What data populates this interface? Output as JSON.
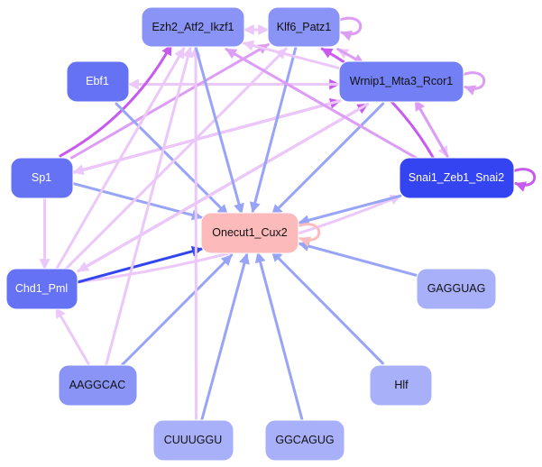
{
  "title": "Regulatory network",
  "colors": {
    "edge_strong_purple": "#c85af0",
    "edge_mid_purple": "#dd9cf5",
    "edge_light_purple": "#ecc8fa",
    "edge_blue": "#98a4f8",
    "edge_dark_blue": "#3345ee",
    "edge_pink": "#fcbcbc"
  },
  "nodes": [
    {
      "id": "ezh2",
      "label": "Ezh2_Atf2_Ikzf1",
      "fill": "#8a93f6",
      "text_color": "#111111"
    },
    {
      "id": "klf6",
      "label": "Klf6_Patz1",
      "fill": "#8a93f6",
      "text_color": "#111111"
    },
    {
      "id": "ebf1",
      "label": "Ebf1",
      "fill": "#6672f4",
      "text_color": "#ffffff"
    },
    {
      "id": "wrnip1",
      "label": "Wrnip1_Mta3_Rcor1",
      "fill": "#7380f5",
      "text_color": "#111111"
    },
    {
      "id": "sp1",
      "label": "Sp1",
      "fill": "#6672f4",
      "text_color": "#ffffff"
    },
    {
      "id": "snai1",
      "label": "Snai1_Zeb1_Snai2",
      "fill": "#3344f0",
      "text_color": "#ffffff"
    },
    {
      "id": "onecut1",
      "label": "Onecut1_Cux2",
      "fill": "#fdbaba",
      "text_color": "#111111"
    },
    {
      "id": "chd1",
      "label": "Chd1_Pml",
      "fill": "#6672f4",
      "text_color": "#ffffff"
    },
    {
      "id": "gagguag",
      "label": "GAGGUAG",
      "fill": "#a8b0fa",
      "text_color": "#111111"
    },
    {
      "id": "aaggcac",
      "label": "AAGGCAC",
      "fill": "#8a93f6",
      "text_color": "#111111"
    },
    {
      "id": "hlf",
      "label": "Hlf",
      "fill": "#a8b0fa",
      "text_color": "#111111"
    },
    {
      "id": "cuuuggu",
      "label": "CUUUGGU",
      "fill": "#a8b0fa",
      "text_color": "#111111"
    },
    {
      "id": "ggcagug",
      "label": "GGCAGUG",
      "fill": "#a8b0fa",
      "text_color": "#111111"
    }
  ],
  "edges": [
    {
      "from": "ebf1",
      "to": "wrnip1",
      "color": "strong",
      "weight": 3
    },
    {
      "from": "wrnip1",
      "to": "ebf1",
      "color": "light",
      "weight": 3
    },
    {
      "from": "sp1",
      "to": "ezh2",
      "color": "strong",
      "weight": 3,
      "curve": true
    },
    {
      "from": "sp1",
      "to": "wrnip1",
      "color": "strong",
      "weight": 3
    },
    {
      "from": "wrnip1",
      "to": "sp1",
      "color": "light",
      "weight": 3
    },
    {
      "from": "sp1",
      "to": "klf6",
      "color": "mid",
      "weight": 3
    },
    {
      "from": "sp1",
      "to": "onecut1",
      "color": "blue",
      "weight": 3
    },
    {
      "from": "sp1",
      "to": "chd1",
      "color": "light",
      "weight": 3
    },
    {
      "from": "ebf1",
      "to": "onecut1",
      "color": "blue",
      "weight": 3
    },
    {
      "from": "chd1",
      "to": "ezh2",
      "color": "light",
      "weight": 3
    },
    {
      "from": "chd1",
      "to": "klf6",
      "color": "light",
      "weight": 3
    },
    {
      "from": "chd1",
      "to": "wrnip1",
      "color": "strong",
      "weight": 3
    },
    {
      "from": "wrnip1",
      "to": "chd1",
      "color": "light",
      "weight": 3
    },
    {
      "from": "chd1",
      "to": "snai1",
      "color": "light",
      "weight": 3,
      "curve": true
    },
    {
      "from": "chd1",
      "to": "onecut1",
      "color": "darkblue",
      "weight": 3
    },
    {
      "from": "aaggcac",
      "to": "chd1",
      "color": "light",
      "weight": 3
    },
    {
      "from": "aaggcac",
      "to": "ezh2",
      "color": "light",
      "weight": 3
    },
    {
      "from": "aaggcac",
      "to": "onecut1",
      "color": "blue",
      "weight": 3
    },
    {
      "from": "cuuuggu",
      "to": "ezh2",
      "color": "light",
      "weight": 3
    },
    {
      "from": "cuuuggu",
      "to": "onecut1",
      "color": "blue",
      "weight": 3
    },
    {
      "from": "ggcagug",
      "to": "onecut1",
      "color": "blue",
      "weight": 3
    },
    {
      "from": "hlf",
      "to": "onecut1",
      "color": "blue",
      "weight": 3
    },
    {
      "from": "gagguag",
      "to": "onecut1",
      "color": "blue",
      "weight": 3
    },
    {
      "from": "snai1",
      "to": "onecut1",
      "color": "blue",
      "weight": 3
    },
    {
      "from": "ezh2",
      "to": "onecut1",
      "color": "blue",
      "weight": 3
    },
    {
      "from": "klf6",
      "to": "onecut1",
      "color": "blue",
      "weight": 3
    },
    {
      "from": "wrnip1",
      "to": "onecut1",
      "color": "blue",
      "weight": 3
    },
    {
      "from": "klf6",
      "to": "ezh2",
      "color": "light",
      "weight": 3
    },
    {
      "from": "ezh2",
      "to": "klf6",
      "color": "light",
      "weight": 3
    },
    {
      "from": "wrnip1",
      "to": "ezh2",
      "color": "light",
      "weight": 3
    },
    {
      "from": "snai1",
      "to": "ezh2",
      "color": "mid",
      "weight": 3
    },
    {
      "from": "snai1",
      "to": "klf6",
      "color": "strong",
      "weight": 3,
      "curve": true
    },
    {
      "from": "wrnip1",
      "to": "klf6",
      "color": "light",
      "weight": 3
    },
    {
      "from": "klf6",
      "to": "wrnip1",
      "color": "mid",
      "weight": 3
    },
    {
      "from": "wrnip1",
      "to": "snai1",
      "color": "light",
      "weight": 3
    },
    {
      "from": "snai1",
      "to": "wrnip1",
      "color": "mid",
      "weight": 3
    },
    {
      "from": "onecut1",
      "to": "onecut1",
      "color": "pink",
      "weight": 3,
      "self": true
    },
    {
      "from": "klf6",
      "to": "klf6",
      "color": "mid",
      "weight": 3,
      "self": true
    },
    {
      "from": "wrnip1",
      "to": "wrnip1",
      "color": "mid",
      "weight": 3,
      "self": true
    },
    {
      "from": "snai1",
      "to": "snai1",
      "color": "strong",
      "weight": 3,
      "self": true
    }
  ]
}
